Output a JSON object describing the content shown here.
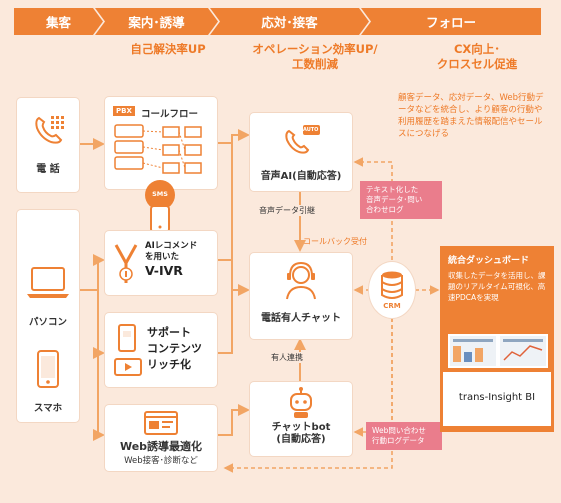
{
  "stages": [
    "集客",
    "案内･誘導",
    "応対･接客",
    "フォロー"
  ],
  "goals": {
    "annai": "自己解決率UP",
    "outai_line1": "オペレーション効率UP/",
    "outai_line2": "工数削減",
    "follow_line1": "CX向上･",
    "follow_line2": "クロスセル促進"
  },
  "follow_desc": "顧客データ、応対データ、Web行動データなどを統合し、より顧客の行動や利用履歴を踏まえた情報配信やセールスにつなげる",
  "channels": {
    "phone": "電 話",
    "pc": "パソコン",
    "smartphone": "スマホ"
  },
  "guidance": {
    "callflow": {
      "badge": "PBX",
      "label": "コールフロー"
    },
    "sms_badge": "SMS",
    "vivr": {
      "line1": "AIレコメンド",
      "line2": "を用いた",
      "line3": "V-IVR"
    },
    "support": {
      "line1": "サポート",
      "line2": "コンテンツ",
      "line3": "リッチ化"
    },
    "web": {
      "title": "Web誘導最適化",
      "sub": "Web接客･診断など"
    }
  },
  "response": {
    "voice_ai": {
      "badge": "AUTO",
      "label": "音声AI(自動応答)"
    },
    "audio_handover": "音声データ引継",
    "callback": "コールバック受付",
    "operator_chat": "電話有人チャット",
    "human_link": "有人連携",
    "chatbot_line1": "チャットbot",
    "chatbot_line2": "(自動応答)"
  },
  "follow": {
    "crm": "CRM",
    "note_top": [
      "テキスト化した",
      "音声データ･問い",
      "合わせログ"
    ],
    "note_bottom": [
      "Web問い合わせ",
      "行動ログデータ"
    ],
    "dashboard_title": "統合ダッシュボード",
    "dashboard_desc": "収集したデータを活用し、課題のリアルタイム可視化、高速PDCAを実現",
    "product": "trans-Insight BI"
  },
  "colors": {
    "accent": "#ee8134",
    "bg": "#fbe9dc",
    "note": "#ea7d8c"
  }
}
